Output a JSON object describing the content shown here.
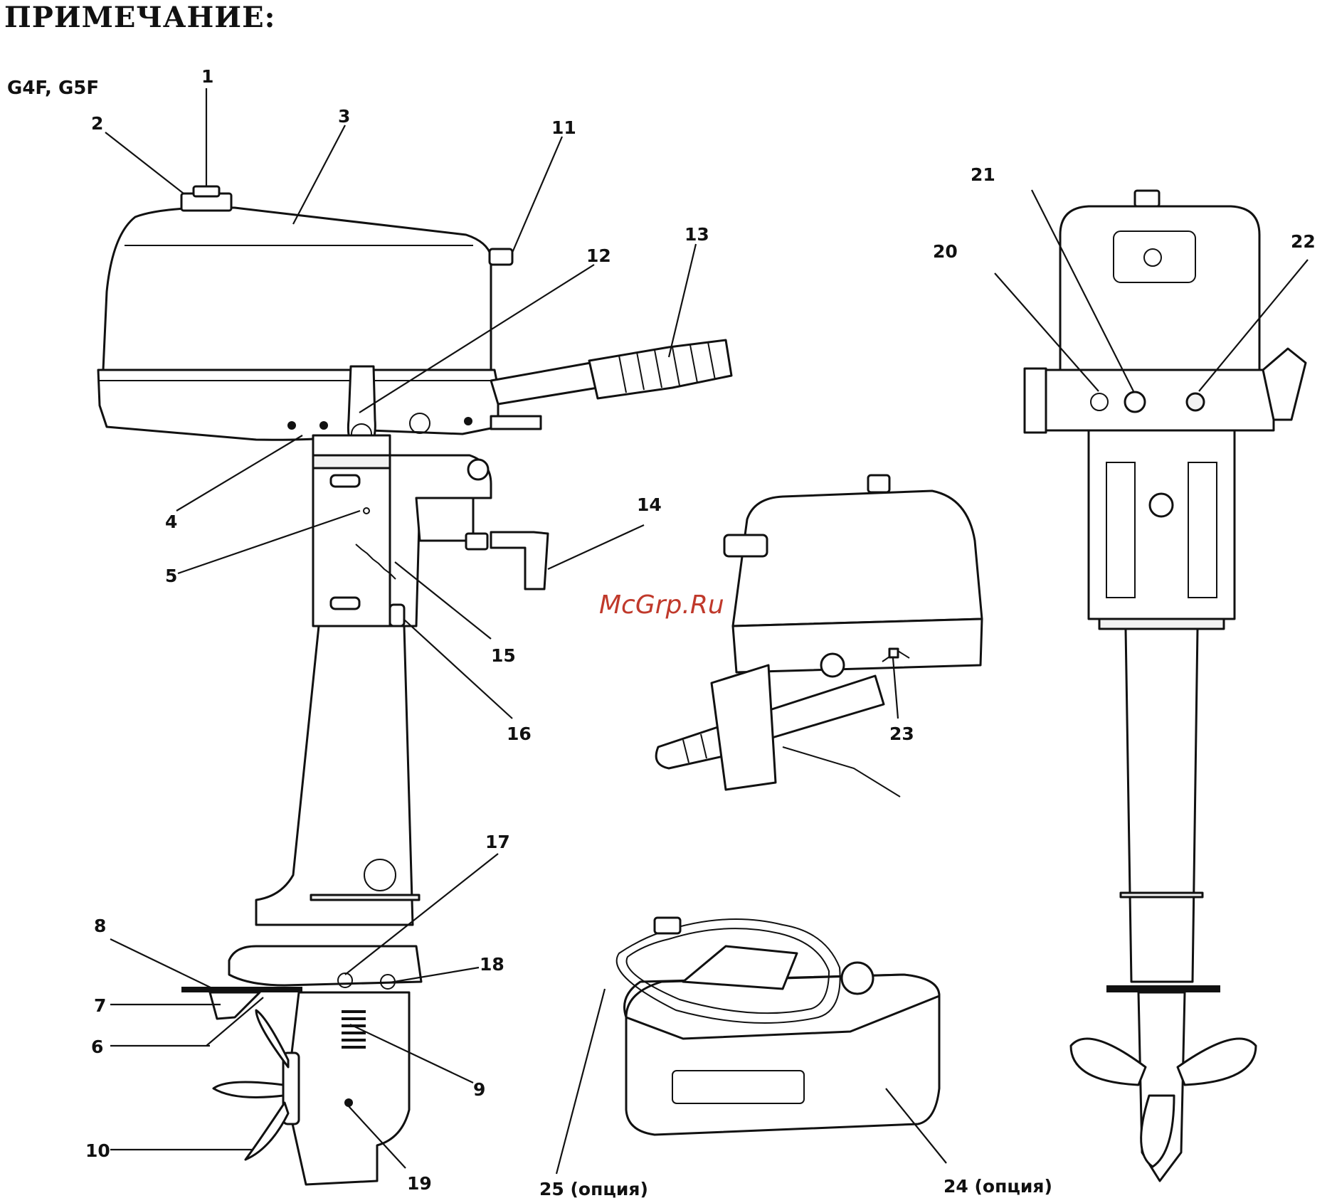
{
  "header": {
    "title": "ПРИМЕЧАНИЕ:",
    "model": "G4F, G5F"
  },
  "watermark": "McGrp.Ru",
  "callouts": {
    "c1": "1",
    "c2": "2",
    "c3": "3",
    "c4": "4",
    "c5": "5",
    "c6": "6",
    "c7": "7",
    "c8": "8",
    "c9": "9",
    "c10": "10",
    "c11": "11",
    "c12": "12",
    "c13": "13",
    "c14": "14",
    "c15": "15",
    "c16": "16",
    "c17": "17",
    "c18": "18",
    "c19": "19",
    "c20": "20",
    "c21": "21",
    "c22": "22",
    "c23": "23",
    "c24": "24 (опция)",
    "c25": "25 (опция)"
  },
  "colors": {
    "line": "#111111",
    "watermark": "#c0392b",
    "background": "#ffffff"
  }
}
